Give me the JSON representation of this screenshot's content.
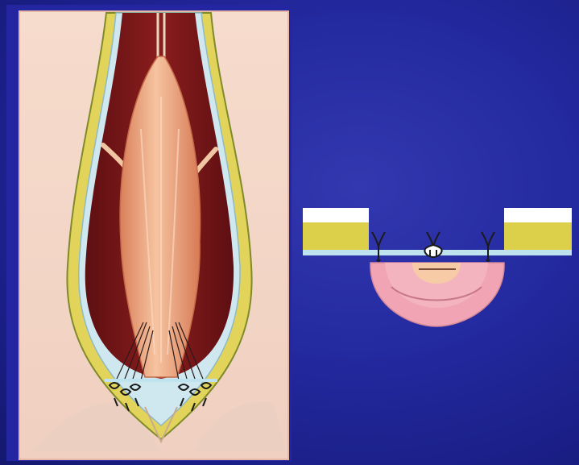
{
  "slide": {
    "background_color": "#1f2493",
    "frame_color": "#f3d6c8",
    "panels": [
      {
        "id": "left",
        "icon": "surgical-incision-illustration"
      },
      {
        "id": "right",
        "icon": "suture-cross-section-diagram"
      }
    ]
  },
  "colors": {
    "skin": "#f5d7c2",
    "fat_layer": "#e2d45a",
    "fascia": "#bfe3ee",
    "cavity": "#7a1616",
    "muscle": "#e9a27a",
    "tissue_pink": "#f0a7b2",
    "suture": "#1a1a1a"
  }
}
